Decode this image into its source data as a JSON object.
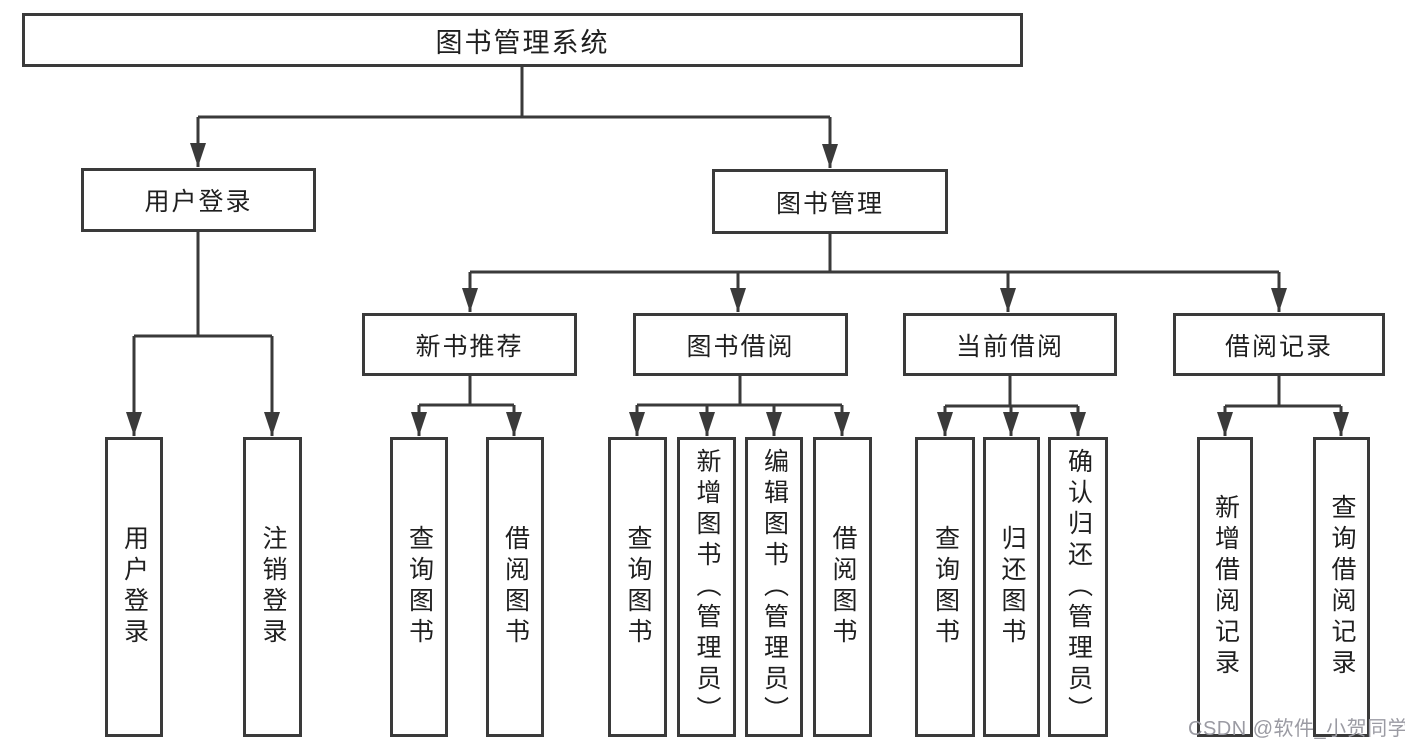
{
  "nodes": {
    "root": "图书管理系统",
    "level1": [
      "用户登录",
      "图书管理"
    ],
    "level2": [
      "新书推荐",
      "图书借阅",
      "当前借阅",
      "借阅记录"
    ],
    "leaves_user": [
      "用户登录",
      "注销登录"
    ],
    "leaves_recommend": [
      "查询图书",
      "借阅图书"
    ],
    "leaves_borrow": [
      "查询图书",
      "新增图书（管理员）",
      "编辑图书（管理员）",
      "借阅图书"
    ],
    "leaves_current": [
      "查询图书",
      "归还图书",
      "确认归还（管理员）"
    ],
    "leaves_records": [
      "新增借阅记录",
      "查询借阅记录"
    ]
  },
  "watermark": {
    "text": "CSDN @软件_小贺同学"
  },
  "colors": {
    "line": "#3a3a3a",
    "text": "#1f1f1f",
    "box_fill": "#ffffff",
    "background": "#ffffff",
    "watermark": "#9b9ba3"
  }
}
